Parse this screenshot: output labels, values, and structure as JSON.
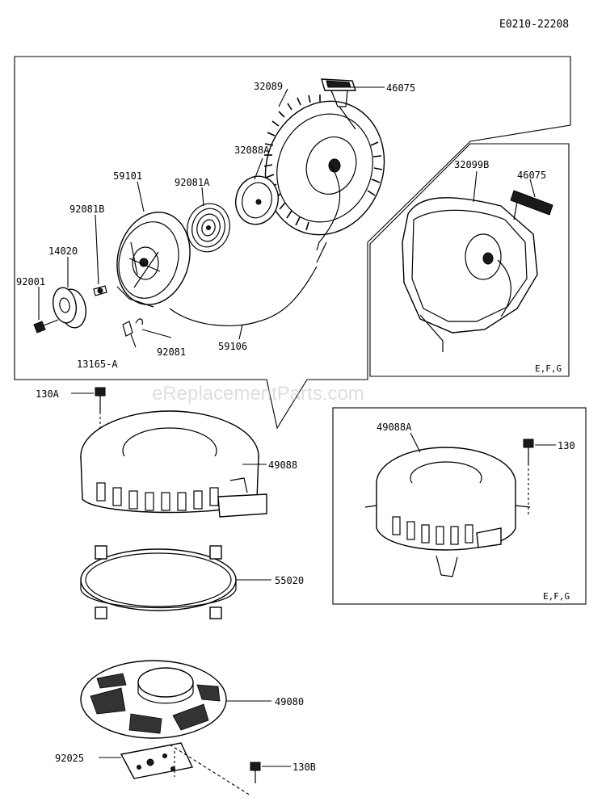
{
  "diagram": {
    "code": "E0210-22208",
    "watermark": "eReplacementParts.com",
    "variant_note_upper": "E,F,G",
    "variant_note_lower": "E,F,G"
  },
  "labels": {
    "p32089": "32089",
    "p46075_main": "46075",
    "p32088A": "32088A",
    "p59101": "59101",
    "p92081A": "92081A",
    "p92081B": "92081B",
    "p14020": "14020",
    "p92001": "92001",
    "p13165A": "13165-A",
    "p92081": "92081",
    "p59106": "59106",
    "p32099B": "32099B",
    "p46075_inset": "46075",
    "p130A": "130A",
    "p49088": "49088",
    "p49088A": "49088A",
    "p130": "130",
    "p55020": "55020",
    "p49080": "49080",
    "p92025": "92025",
    "p130B": "130B"
  }
}
